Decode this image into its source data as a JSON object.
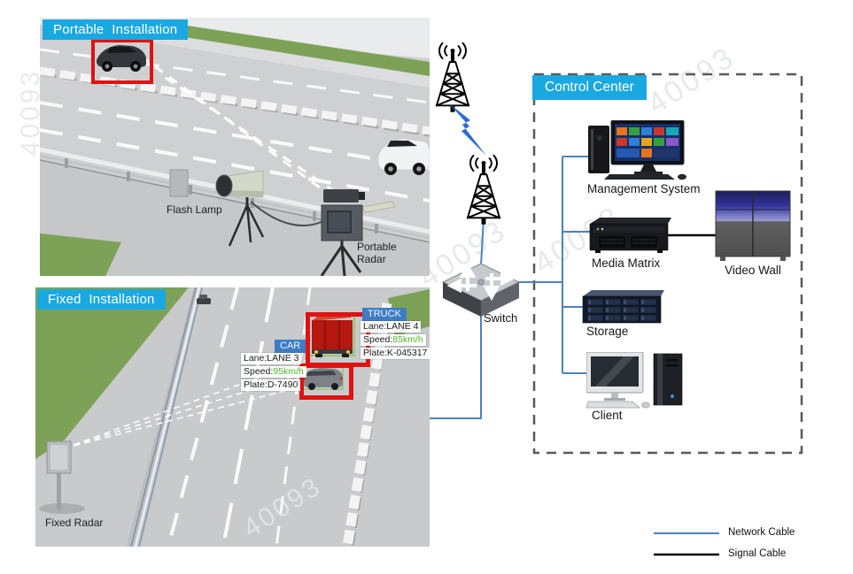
{
  "watermark": "40093",
  "colors": {
    "accent_cyan": "#1aa8e1",
    "network_cable_blue": "#4f81bd",
    "signal_cable_black": "#000000",
    "highlight_red": "#e01212",
    "speed_green": "#53b82a",
    "vehicle_tag_blue": "#3e7cc4"
  },
  "portable": {
    "title": "Portable  Installation",
    "flash_lamp_label": "Flash Lamp",
    "radar_label": "Portable Radar"
  },
  "fixed": {
    "title": "Fixed  Installation",
    "radar_label": "Fixed Radar",
    "vehicles": [
      {
        "type": "CAR",
        "lane": "Lane:LANE 3",
        "speed_prefix": "Speed:",
        "speed_value": "95km/h",
        "plate": "Plate:D-7490"
      },
      {
        "type": "TRUCK",
        "lane": "Lane:LANE 4",
        "speed_prefix": "Speed:",
        "speed_value": "85km/h",
        "plate": "Plate:K-045317"
      }
    ]
  },
  "network": {
    "switch_label": "Switch"
  },
  "control_center": {
    "title": "Control Center",
    "devices": [
      {
        "label": "Management System"
      },
      {
        "label": "Media Matrix"
      },
      {
        "label": "Video Wall"
      },
      {
        "label": "Storage"
      },
      {
        "label": "Client"
      }
    ]
  },
  "legend": {
    "items": [
      {
        "label": "Network Cable"
      },
      {
        "label": "Signal Cable"
      }
    ]
  }
}
